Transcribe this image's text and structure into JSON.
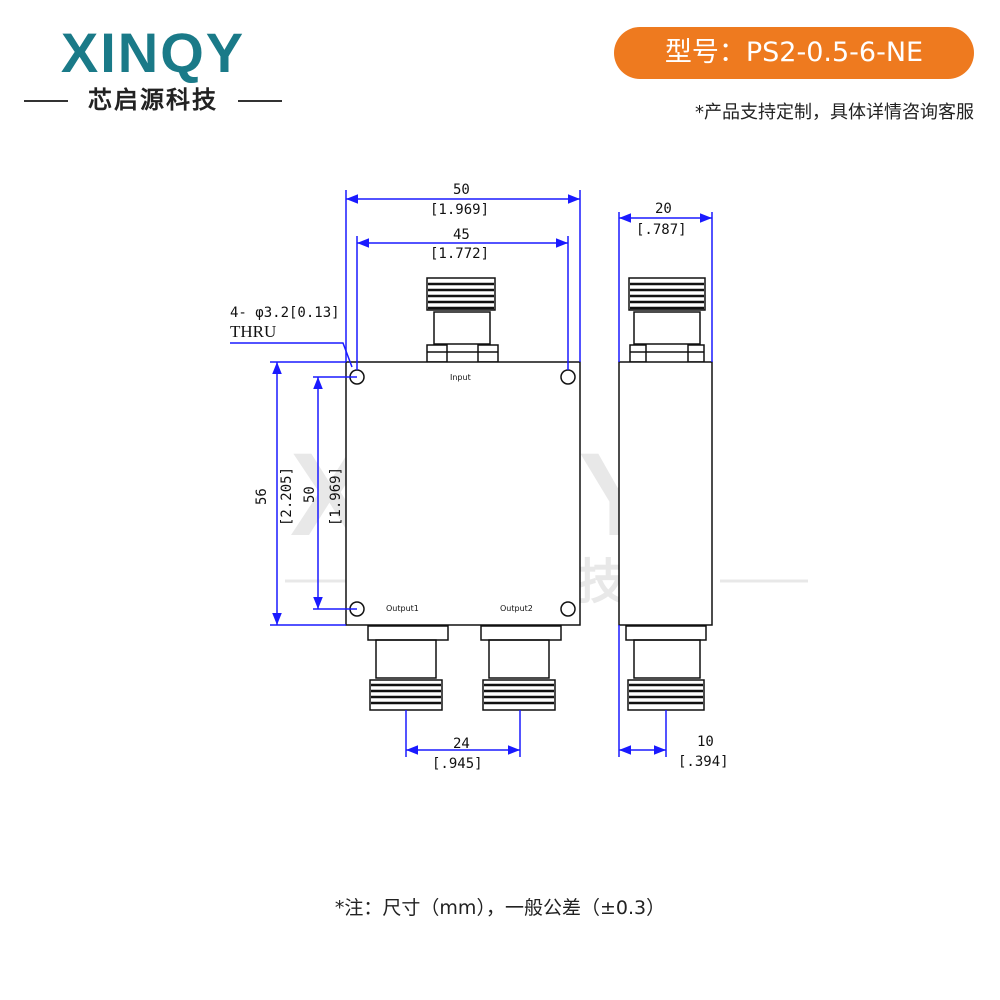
{
  "brand": {
    "logo_text": "XINQY",
    "subtitle": "芯启源科技"
  },
  "header": {
    "model": "型号：PS2-0.5-6-NE",
    "custom_note": "*产品支持定制，具体详情咨询客服"
  },
  "drawing": {
    "dim_total_width": "50",
    "dim_total_width_in": "[1.969]",
    "dim_hole_width": "45",
    "dim_hole_width_in": "[1.772]",
    "hole_note_line1": "4- φ3.2[0.13]",
    "hole_note_line2": "THRU",
    "dim_height": "56",
    "dim_height_in": "[2.205]",
    "dim_hole_height": "50",
    "dim_hole_height_in": "[1.969]",
    "dim_port_spacing": "24",
    "dim_port_spacing_in": "[.945]",
    "dim_depth": "20",
    "dim_depth_in": "[.787]",
    "dim_port_offset": "10",
    "dim_port_offset_in": "[.394]",
    "port_input": "Input",
    "port_output1": "Output1",
    "port_output2": "Output2"
  },
  "watermark": {
    "word": "XINQY",
    "cn": "芯启源科技"
  },
  "footnote": "*注：尺寸（mm），一般公差（±0.3）",
  "colors": {
    "brand_teal": "#1a7a88",
    "badge_orange": "#ee7a1f",
    "dim_blue": "#1a1aff"
  }
}
